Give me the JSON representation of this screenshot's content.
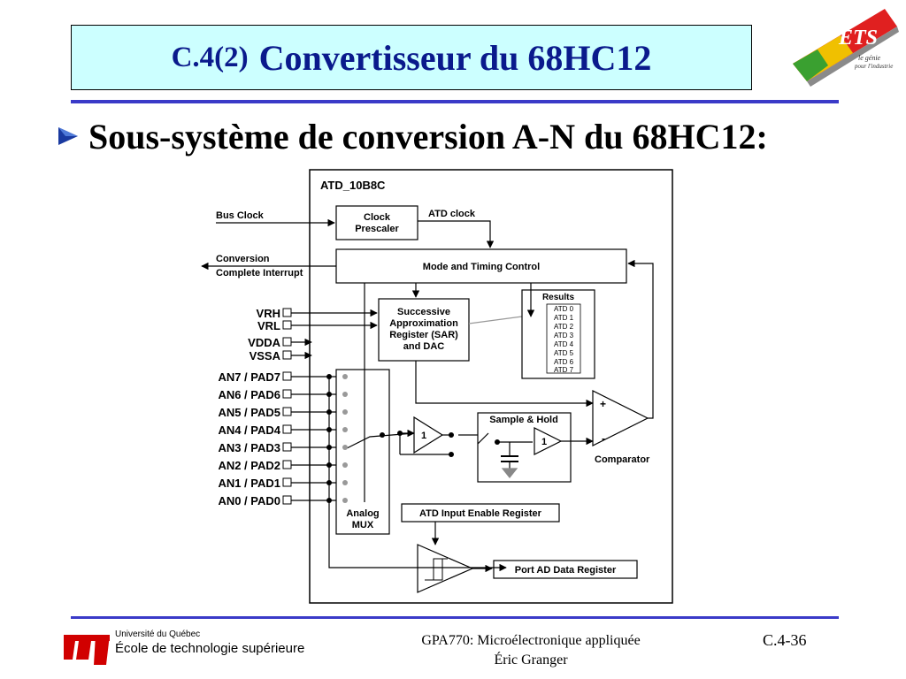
{
  "slide": {
    "title_prefix": "C.4(2)",
    "title_main": "Convertisseur du 68HC12",
    "bullet": "Sous-système de conversion A-N du 68HC12:"
  },
  "logo": {
    "text": "ÉTS",
    "tagline_1": "le génie",
    "tagline_2": "pour l'industrie"
  },
  "diagram": {
    "block_name": "ATD_10B8C",
    "bus_clock": "Bus Clock",
    "clock_prescaler_1": "Clock",
    "clock_prescaler_2": "Prescaler",
    "atd_clock": "ATD clock",
    "conversion_1": "Conversion",
    "conversion_2": "Complete Interrupt",
    "mode_timing": "Mode and Timing Control",
    "sar_lines": [
      "Successive",
      "Approximation",
      "Register (SAR)",
      "and DAC"
    ],
    "results": "Results",
    "result_regs": [
      "ATD 0",
      "ATD 1",
      "ATD 2",
      "ATD 3",
      "ATD 4",
      "ATD 5",
      "ATD 6",
      "ATD 7"
    ],
    "power_pins": [
      "VRH",
      "VRL",
      "VDDA",
      "VSSA"
    ],
    "an_pins": [
      "AN7 / PAD7",
      "AN6 / PAD6",
      "AN5 / PAD5",
      "AN4 / PAD4",
      "AN3 / PAD3",
      "AN2 / PAD2",
      "AN1 / PAD1",
      "AN0 / PAD0"
    ],
    "analog_mux_1": "Analog",
    "analog_mux_2": "MUX",
    "sample_hold": "Sample & Hold",
    "buffer_gain": "1",
    "plus": "+",
    "minus": "-",
    "comparator": "Comparator",
    "atd_input_enable": "ATD Input Enable Register",
    "port_ad": "Port AD Data Register"
  },
  "footer": {
    "uq_small": "Université du Québec",
    "uq_large": "École de technologie supérieure",
    "course": "GPA770:  Microélectronique appliquée",
    "author": "Éric Granger",
    "page": "C.4-36"
  },
  "colors": {
    "title_bg": "#ccffff",
    "title_text": "#0a1a8c",
    "rule": "#3a3ac8",
    "uq_red": "#d10000"
  }
}
